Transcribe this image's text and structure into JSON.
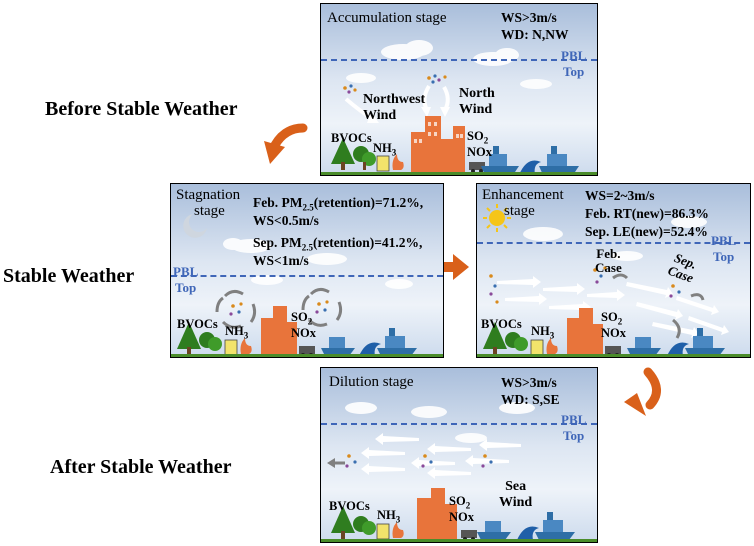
{
  "side_labels": {
    "before": "Before Stable Weather",
    "stable": "Stable Weather",
    "after": "After Stable Weather"
  },
  "panels": {
    "accumulation": {
      "stage": "Accumulation stage",
      "info_line1": "WS>3m/s",
      "info_line2": "WD: N,NW",
      "pbl_label": "PBL",
      "pbl_label2": "Top",
      "wind1_line1": "Northwest",
      "wind1_line2": "Wind",
      "wind2_line1": "North",
      "wind2_line2": "Wind",
      "source_bvocs": "BVOCs",
      "source_nh3": "NH",
      "source_nh3_sub": "3",
      "source_so2": "SO",
      "source_so2_sub": "2",
      "source_nox": "NOx"
    },
    "stagnation": {
      "stage_line1": "Stagnation",
      "stage_line2": "stage",
      "info_line1_pre": "Feb. PM",
      "info_line1_sub": "2.5",
      "info_line1_post": "(retention)=71.2%,",
      "info_line2": "WS<0.5m/s",
      "info_line3_pre": "Sep. PM",
      "info_line3_sub": "2.5",
      "info_line3_post": "(retention)=41.2%,",
      "info_line4": "WS<1m/s",
      "pbl_label": "PBL",
      "pbl_label2": "Top",
      "source_bvocs": "BVOCs",
      "source_nh3": "NH",
      "source_nh3_sub": "3",
      "source_so2": "SO",
      "source_so2_sub": "2",
      "source_nox": "NOx"
    },
    "enhancement": {
      "stage_line1": "Enhancement",
      "stage_line2": "stage",
      "info_line1": "WS=2~3m/s",
      "info_line2": "Feb. RT(new)=86.3%",
      "info_line3": "Sep. LE(new)=52.4%",
      "pbl_label": "PBL",
      "pbl_label2": "Top",
      "feb_case_line1": "Feb.",
      "feb_case_line2": "Case",
      "sep_case_line1": "Sep.",
      "sep_case_line2": "Case",
      "source_bvocs": "BVOCs",
      "source_nh3": "NH",
      "source_nh3_sub": "3",
      "source_so2": "SO",
      "source_so2_sub": "2",
      "source_nox": "NOx"
    },
    "dilution": {
      "stage": "Dilution stage",
      "info_line1": "WS>3m/s",
      "info_line2": "WD: S,SE",
      "pbl_label": "PBL",
      "pbl_label2": "Top",
      "wind_line1": "Sea",
      "wind_line2": "Wind",
      "source_bvocs": "BVOCs",
      "source_nh3": "NH",
      "source_nh3_sub": "3",
      "source_so2": "SO",
      "source_so2_sub": "2",
      "source_nox": "NOx"
    }
  },
  "colors": {
    "arrow_orange": "#d9601a",
    "pbl_blue": "#3f66b8",
    "building_orange": "#e8743b",
    "tree_green": "#2f7d1f",
    "ship_blue": "#2e6ea6",
    "wave_blue": "#1f5fa8"
  }
}
